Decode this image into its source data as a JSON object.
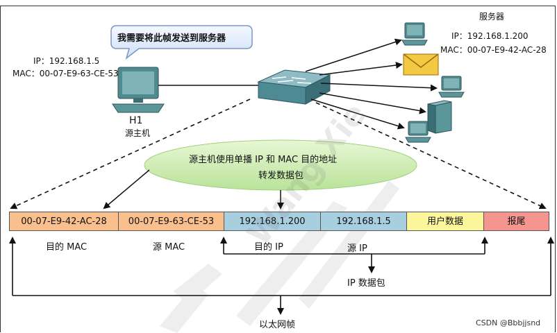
{
  "host": {
    "ip": "IP：192.168.1.5",
    "mac": "MAC：00-07-E9-63-CE-53",
    "name": "H1",
    "role": "源主机"
  },
  "server": {
    "title": "服务器",
    "ip": "IP：192.168.1.200",
    "mac": "MAC：00-07-E9-42-AC-28"
  },
  "speech_bubble": "我需要将此帧发送到服务器",
  "ellipse_note": {
    "line1": "源主机使用单播 IP 和 MAC 目的地址",
    "line2": "转发数据包"
  },
  "frame_fields": [
    {
      "text": "00-07-E9-42-AC-28",
      "color": "#f9c08e"
    },
    {
      "text": "00-07-E9-63-CE-53",
      "color": "#f9c08e"
    },
    {
      "text": "192.168.1.200",
      "color": "#a8cfe0"
    },
    {
      "text": "192.168.1.5",
      "color": "#a8cfe0"
    },
    {
      "text": "用户数据",
      "color": "#fbf59b"
    },
    {
      "text": "报尾",
      "color": "#f4958f"
    }
  ],
  "field_labels": {
    "dest_mac": "目的 MAC",
    "src_mac": "源 MAC",
    "dest_ip": "目的 IP",
    "src_ip": "源 IP"
  },
  "bracket_labels": {
    "ip_packet": "IP 数据包",
    "ethernet_frame": "以太网帧"
  },
  "watermark": "Wang Xie",
  "credit": "CSDN @Bbbjjsnd"
}
